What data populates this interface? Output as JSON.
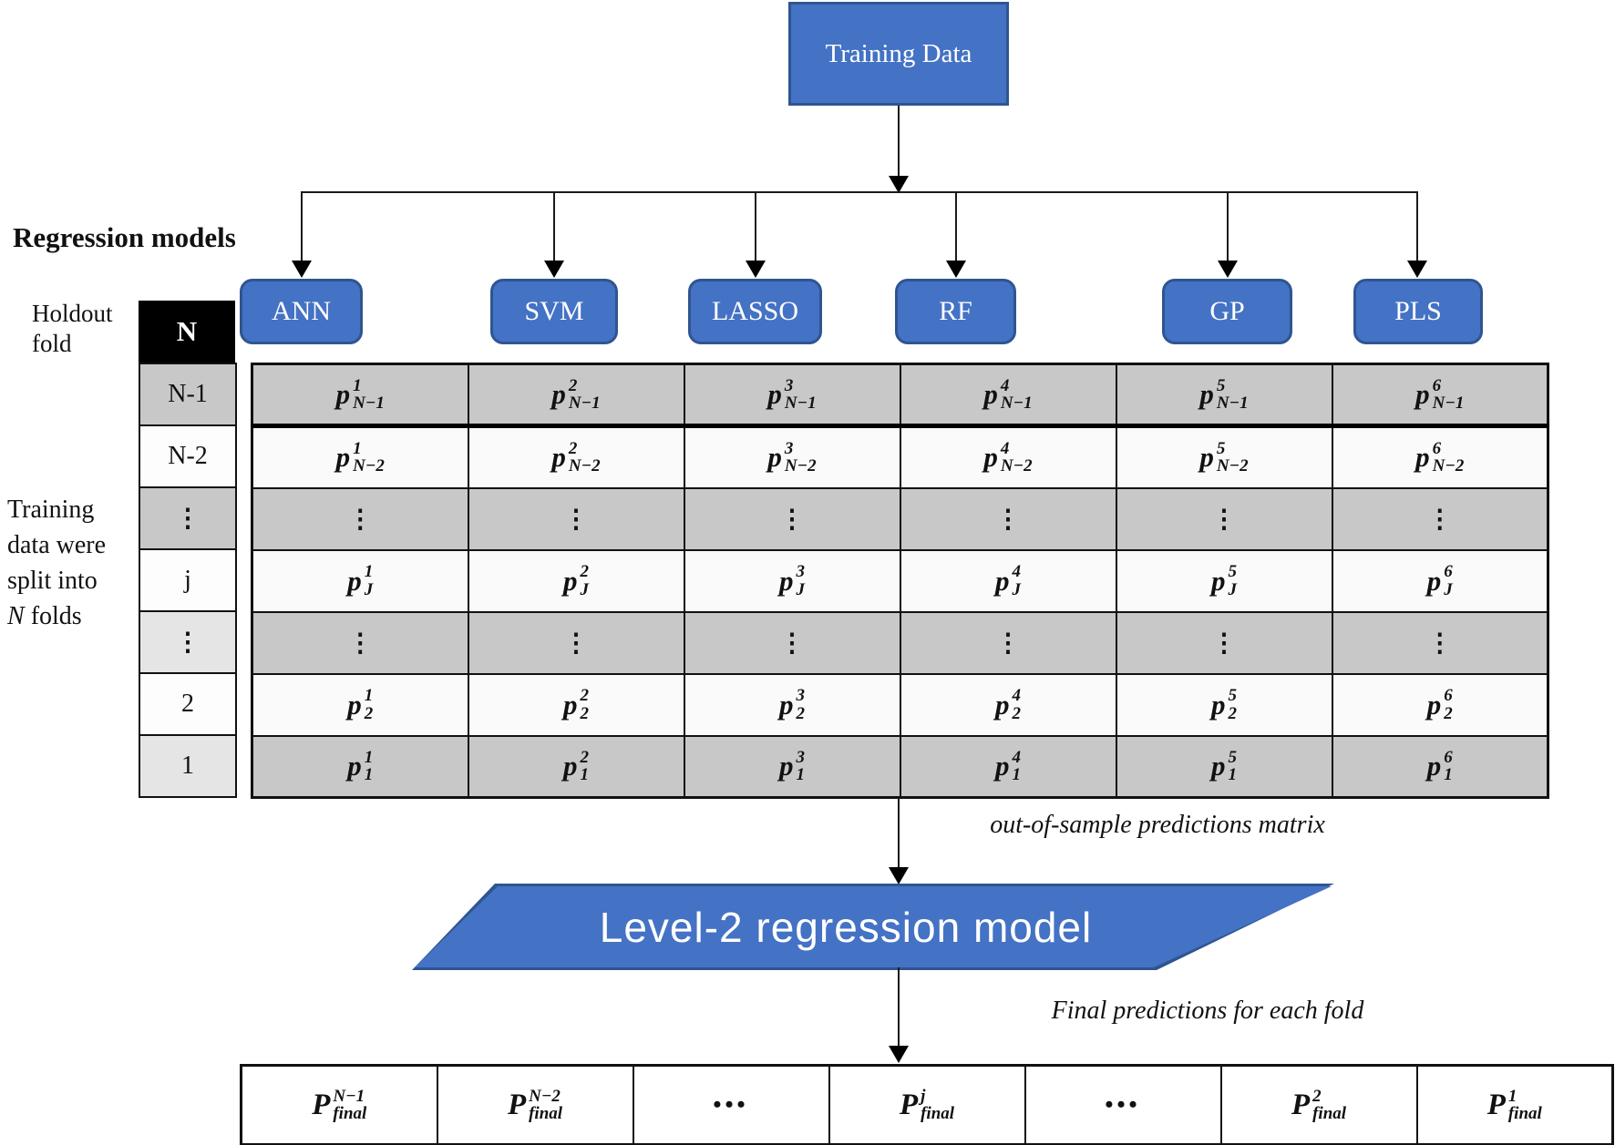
{
  "top_box": {
    "label": "Training Data"
  },
  "section_label": "Regression models",
  "holdout": {
    "line1": "Holdout",
    "line2": "fold"
  },
  "fold_header": "N",
  "models": [
    "ANN",
    "SVM",
    "LASSO",
    "RF",
    "GP",
    "PLS"
  ],
  "split_note": {
    "l1": "Training",
    "l2": "data were",
    "l3": "split into",
    "l4_italic": "N",
    "l4_rest": " folds"
  },
  "matrix": {
    "symbol": "p",
    "col_sups": [
      "1",
      "2",
      "3",
      "4",
      "5",
      "6"
    ],
    "fold_row_labels": [
      "N-1",
      "N-2",
      "⋮",
      "j",
      "⋮",
      "2",
      "1"
    ],
    "row_subs": [
      "N−1",
      "N−2",
      "",
      "J",
      "",
      "2",
      "1"
    ],
    "dots_char": "⋮",
    "row_is_dots": [
      false,
      false,
      true,
      false,
      true,
      false,
      false
    ],
    "matrix_row_fills": [
      "#C8C8C8",
      "#FAFAFA",
      "#C8C8C8",
      "#FAFAFA",
      "#C8C8C8",
      "#FAFAFA",
      "#C8C8C8"
    ],
    "fold_row_fills": [
      "#C8C8C8",
      "#FDFDFD",
      "#C8C8C8",
      "#FDFDFD",
      "#E5E5E5",
      "#FDFDFD",
      "#E5E5E5"
    ]
  },
  "captions": {
    "matrix": "out-of-sample predictions matrix",
    "final": "Final predictions for each fold"
  },
  "level2_box": {
    "label": "Level-2 regression model"
  },
  "final_row": {
    "symbol": "P",
    "cells": [
      {
        "sup": "N−1",
        "sub": "final"
      },
      {
        "sup": "N−2",
        "sub": "final"
      },
      {
        "dots": "•••"
      },
      {
        "sup": "j",
        "sub": "final"
      },
      {
        "dots": "•••"
      },
      {
        "sup": "2",
        "sub": "final"
      },
      {
        "sup": "1",
        "sub": "final"
      }
    ]
  }
}
